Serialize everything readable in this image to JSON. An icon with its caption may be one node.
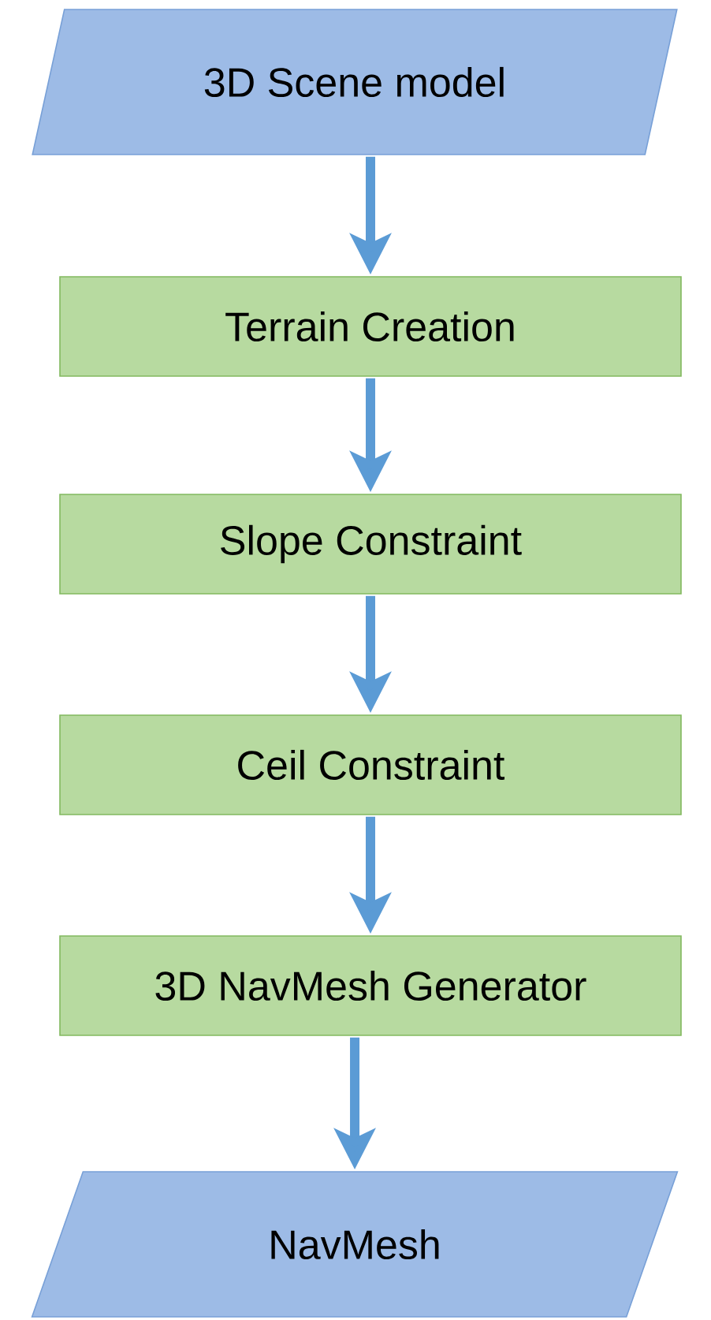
{
  "diagram": {
    "nodes": [
      {
        "text": [
          "3D Scene model"
        ]
      },
      {
        "text": [
          "Terrain Creation"
        ]
      },
      {
        "text": [
          "Slope Constraint"
        ]
      },
      {
        "text": [
          "Ceil Constraint"
        ]
      },
      {
        "text": [
          "3D NavMesh Generator"
        ]
      },
      {
        "text": [
          "NavMesh"
        ]
      }
    ],
    "edges": [
      {
        "from": 0,
        "to": 1,
        "arrow": "to"
      },
      {
        "from": 1,
        "to": 2,
        "arrow": "to"
      },
      {
        "from": 2,
        "to": 3,
        "arrow": "to"
      },
      {
        "from": 3,
        "to": 4,
        "arrow": "to"
      },
      {
        "from": 4,
        "to": 5,
        "arrow": "to"
      }
    ]
  }
}
